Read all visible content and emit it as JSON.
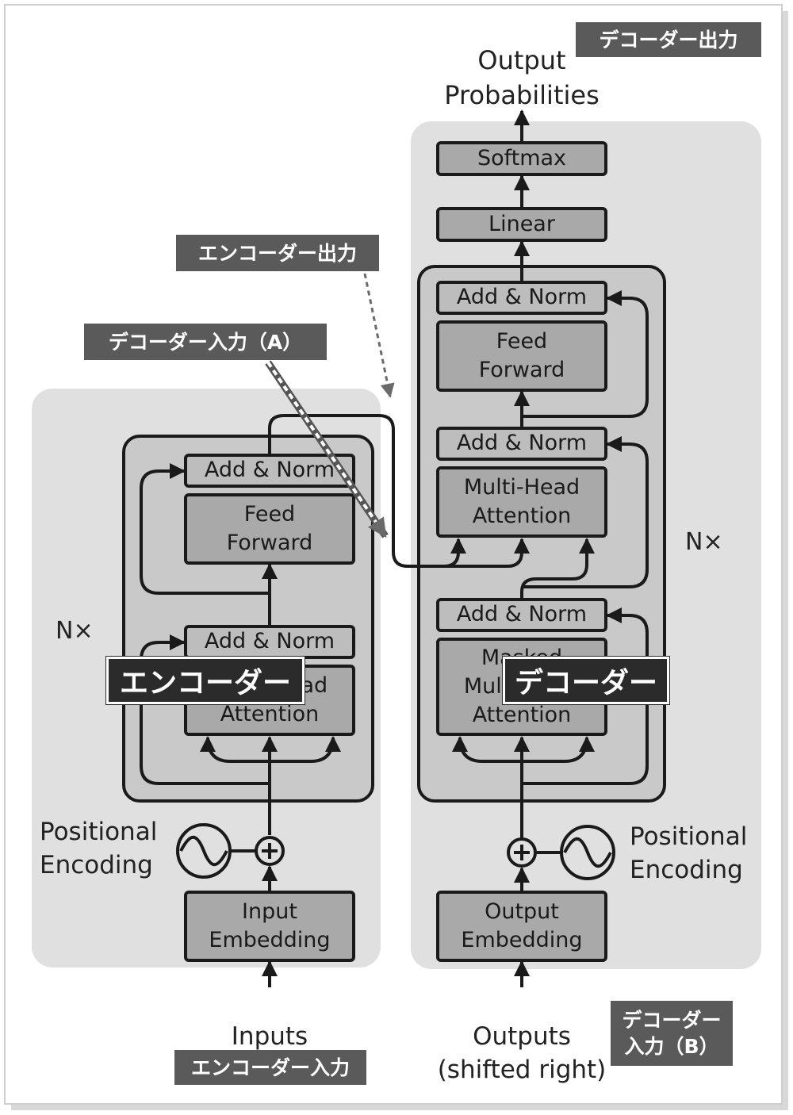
{
  "encoder": {
    "block_labels": [
      "Add & Norm",
      "Feed\nForward",
      "Add & Norm",
      "Multi-Head\nAttention",
      "Input\nEmbedding"
    ],
    "nx": "N×",
    "positional_encoding": "Positional\nEncoding",
    "inputs": "Inputs"
  },
  "decoder": {
    "block_labels": [
      "Softmax",
      "Linear",
      "Add & Norm",
      "Feed\nForward",
      "Add & Norm",
      "Multi-Head\nAttention",
      "Add & Norm",
      "Masked\nMulti-Head\nAttention",
      "Output\nEmbedding"
    ],
    "nx": "N×",
    "positional_encoding": "Positional\nEncoding",
    "outputs": "Outputs\n(shifted right)",
    "output_probabilities": "Output\nProbabilities"
  },
  "annotations": {
    "decoder_output": "デコーダー出力",
    "encoder_output": "エンコーダー出力",
    "decoder_input_a": "デコーダー入力（A）",
    "decoder_input_b": "デコーダー\n入力（B）",
    "encoder_input": "エンコーダー入力",
    "encoder_label": "エンコーダー",
    "decoder_label": "デコーダー"
  },
  "colors": {
    "panel": "#e0e0e0",
    "stack": "#c9c9c9",
    "block": "#a9a9a9",
    "stroke": "#1a1a1a",
    "tag": "#5a5a5a",
    "big_tag": "#2b2b2b"
  }
}
